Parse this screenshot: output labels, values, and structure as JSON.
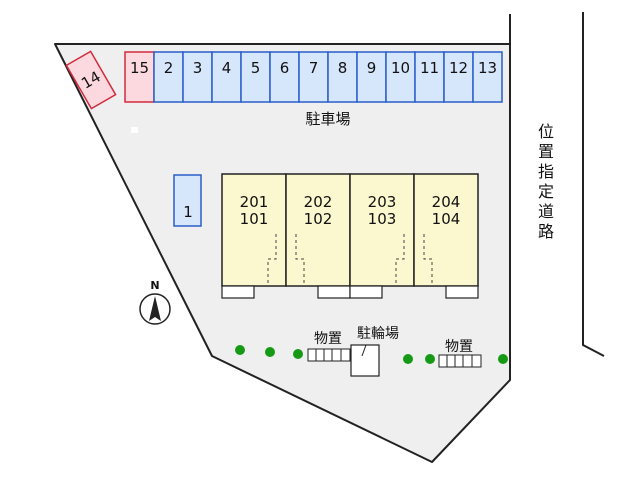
{
  "parking": {
    "label": "駐車場",
    "top_row": [
      "15",
      "2",
      "3",
      "4",
      "5",
      "6",
      "7",
      "8",
      "9",
      "10",
      "11",
      "12",
      "13"
    ],
    "corner_space": "14",
    "side_space": "1"
  },
  "building": {
    "units": [
      {
        "upper": "201",
        "lower": "101"
      },
      {
        "upper": "202",
        "lower": "102"
      },
      {
        "upper": "203",
        "lower": "103"
      },
      {
        "upper": "204",
        "lower": "104"
      }
    ]
  },
  "road_label": [
    "位",
    "置",
    "指",
    "定",
    "道",
    "路"
  ],
  "storage_label": "物置",
  "bike_parking_label": "駐輪場",
  "compass_label": "N",
  "colors": {
    "lot_fill": "#efefef",
    "parking_blue_fill": "#d6e6fb",
    "parking_blue_stroke": "#2a5fc9",
    "parking_red_fill": "#fbd9de",
    "parking_red_stroke": "#d32a3d",
    "building_fill": "#fbf7cf",
    "tree_green": "#169a16"
  }
}
